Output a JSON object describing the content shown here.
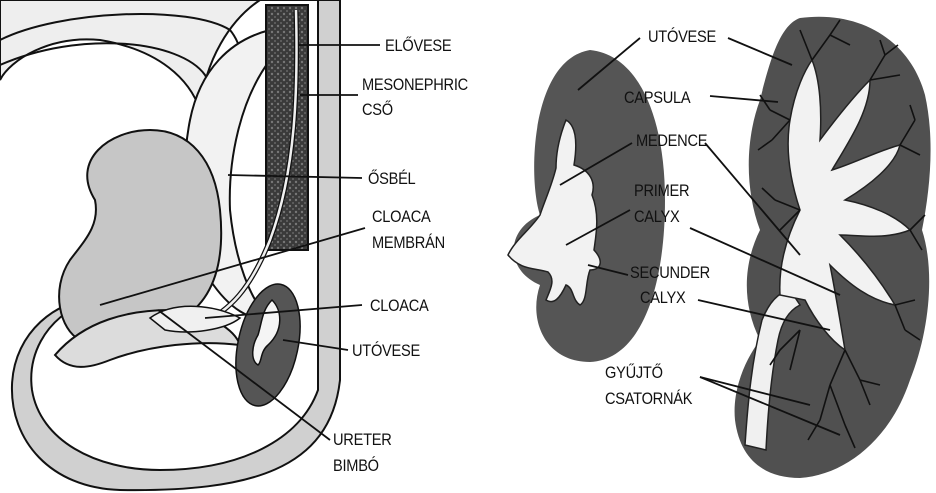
{
  "left_panel": {
    "labels": {
      "elovese": "ELŐVESE",
      "mesonephric_1": "MESONEPHRIC",
      "mesonephric_2": "CSŐ",
      "osbel": "ŐSBÉL",
      "cloaca_membran_1": "CLOACA",
      "cloaca_membran_2": "MEMBRÁN",
      "cloaca": "CLOACA",
      "utovese": "UTÓVESE",
      "ureter_1": "URETER",
      "ureter_2": "BIMBÓ"
    }
  },
  "right_panel": {
    "labels": {
      "utovese": "UTÓVESE",
      "capsula": "CAPSULA",
      "medence": "MEDENCE",
      "primer_1": "PRIMER",
      "primer_2": "CALYX",
      "secunder_1": "SECUNDER",
      "secunder_2": "CALYX",
      "gyujto_1": "GYŰJTŐ",
      "gyujto_2": "CSATORNÁK"
    }
  },
  "colors": {
    "dark_gray": "#4d4d4d",
    "mid_gray": "#9a9a9a",
    "light_gray": "#d4d4d4",
    "outline": "#111111"
  }
}
